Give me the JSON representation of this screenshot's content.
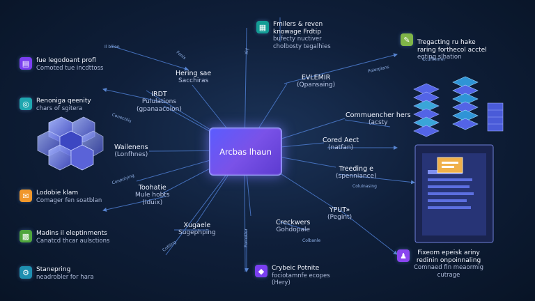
{
  "hub": {
    "title": "Arcbas lhaun"
  },
  "nodes": [
    {
      "id": "n1",
      "title": "Hering sae",
      "sub": "Sacchiras"
    },
    {
      "id": "n2",
      "title": "IRDT",
      "sub": ""
    },
    {
      "id": "n3",
      "title": "Pululations",
      "sub": "(gpanaacoion)"
    },
    {
      "id": "n4",
      "title": "Wailenens",
      "sub": "(Lonfhnes)"
    },
    {
      "id": "n5",
      "title": "Toohatie",
      "sub": ""
    },
    {
      "id": "n6",
      "title": "Mule hobts",
      "sub": "(Iduix)"
    },
    {
      "id": "n7",
      "title": "Xugaele",
      "sub": "Sugephping"
    },
    {
      "id": "n8",
      "title": "Creckwers",
      "sub": "Gohdopale"
    },
    {
      "id": "n9",
      "title": "EVLEMIR",
      "sub": "(Qpansaing)"
    },
    {
      "id": "n10",
      "title": "Commuencher hers",
      "sub": "(acsty"
    },
    {
      "id": "n11",
      "title": "Cored Aect",
      "sub": "(natfan)"
    },
    {
      "id": "n12",
      "title": "Treeding e",
      "sub": "(spenniance)"
    },
    {
      "id": "n13",
      "title": "YPUT»",
      "sub": "(Pegint)"
    }
  ],
  "cards": [
    {
      "id": "c1",
      "icon": "document-icon",
      "color": "#7a3ff0",
      "title": "fue legodoant profl",
      "sub": "Comoted tue incdttoss"
    },
    {
      "id": "c2",
      "icon": "target-icon",
      "color": "#1fa7b0",
      "title": "Renoniga qeenity",
      "sub": "chars of sgitera"
    },
    {
      "id": "c3",
      "icon": "chat-icon",
      "color": "#f0972b",
      "title": "Lodobie klam",
      "sub": "Comager fen soatblan"
    },
    {
      "id": "c4",
      "icon": "chart-icon",
      "color": "#4fa53c",
      "title": "Madins il eleptinments",
      "sub": "Canatcd thcar aulsctions"
    },
    {
      "id": "c5",
      "icon": "gear-icon",
      "color": "#1f8fb0",
      "title": "Stanepring",
      "sub": "neadrobler for hara"
    },
    {
      "id": "c6",
      "icon": "book-icon",
      "color": "#139c95",
      "title": "Fmilers & reven",
      "sub": "knowage Frdtip"
    },
    {
      "id": "c6b",
      "icon": "",
      "color": "",
      "title": "",
      "sub": "bufecty nuctiver"
    },
    {
      "id": "c6c",
      "icon": "",
      "color": "",
      "title": "",
      "sub": "cholbosty tegalhies"
    },
    {
      "id": "c7",
      "icon": "note-icon",
      "color": "#7fb548",
      "title": "Tregacting ru hake",
      "sub": "raring forthecol acctel"
    },
    {
      "id": "c7b",
      "icon": "",
      "color": "",
      "title": "",
      "sub": "eqting slhation"
    },
    {
      "id": "c8",
      "icon": "user-icon",
      "color": "#8a45ef",
      "title": "Fixeom epeisk ariny",
      "sub": "redinin onpoinnaling"
    },
    {
      "id": "c8b",
      "icon": "",
      "color": "",
      "title": "",
      "sub": "Comnaed fin meaormig"
    },
    {
      "id": "c8c",
      "icon": "",
      "color": "",
      "title": "",
      "sub": "cutrage"
    },
    {
      "id": "c9",
      "icon": "lock-icon",
      "color": "#7a3ff0",
      "title": "Crybeic Potnite",
      "sub": "fociotamnfe ecopes"
    },
    {
      "id": "c9b",
      "icon": "",
      "color": "",
      "title": "",
      "sub": "(Hery)"
    }
  ],
  "edge_labels": [
    {
      "id": "e1",
      "text": "Il blilon"
    },
    {
      "id": "e2",
      "text": "Fonis"
    },
    {
      "id": "e3",
      "text": "Conectilis"
    },
    {
      "id": "e4",
      "text": "Conpolying"
    },
    {
      "id": "e5",
      "text": "Cofiling"
    },
    {
      "id": "e6",
      "text": "Fornotlor"
    },
    {
      "id": "e7",
      "text": "Colbanle"
    },
    {
      "id": "e8",
      "text": "Xiy"
    },
    {
      "id": "e9",
      "text": "Polerplans"
    },
    {
      "id": "e10",
      "text": "Coluinasing"
    },
    {
      "id": "e11",
      "text": "Ccuffienrer"
    }
  ],
  "colors": {
    "hub": "#6a58f0",
    "link": "#4f7fd0",
    "glow": "#8fb8ff"
  }
}
